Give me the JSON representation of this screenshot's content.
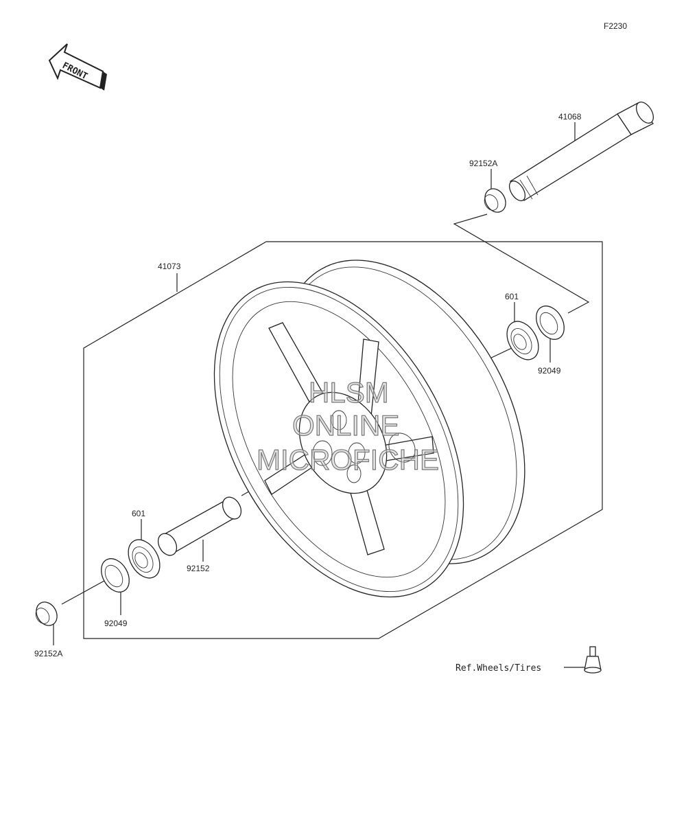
{
  "diagram_code": "F2230",
  "front_label": "FRONT",
  "callouts": {
    "axle": "41068",
    "collar_top": "92152A",
    "wheel": "41073",
    "bearing_right": "601",
    "seal_right": "92049",
    "bearing_left": "601",
    "spacer": "92152",
    "seal_left": "92049",
    "collar_left": "92152A"
  },
  "reference": "Ref.Wheels/Tires",
  "watermark": [
    "HLSM",
    "ONLINE",
    "MICROFICHE"
  ]
}
